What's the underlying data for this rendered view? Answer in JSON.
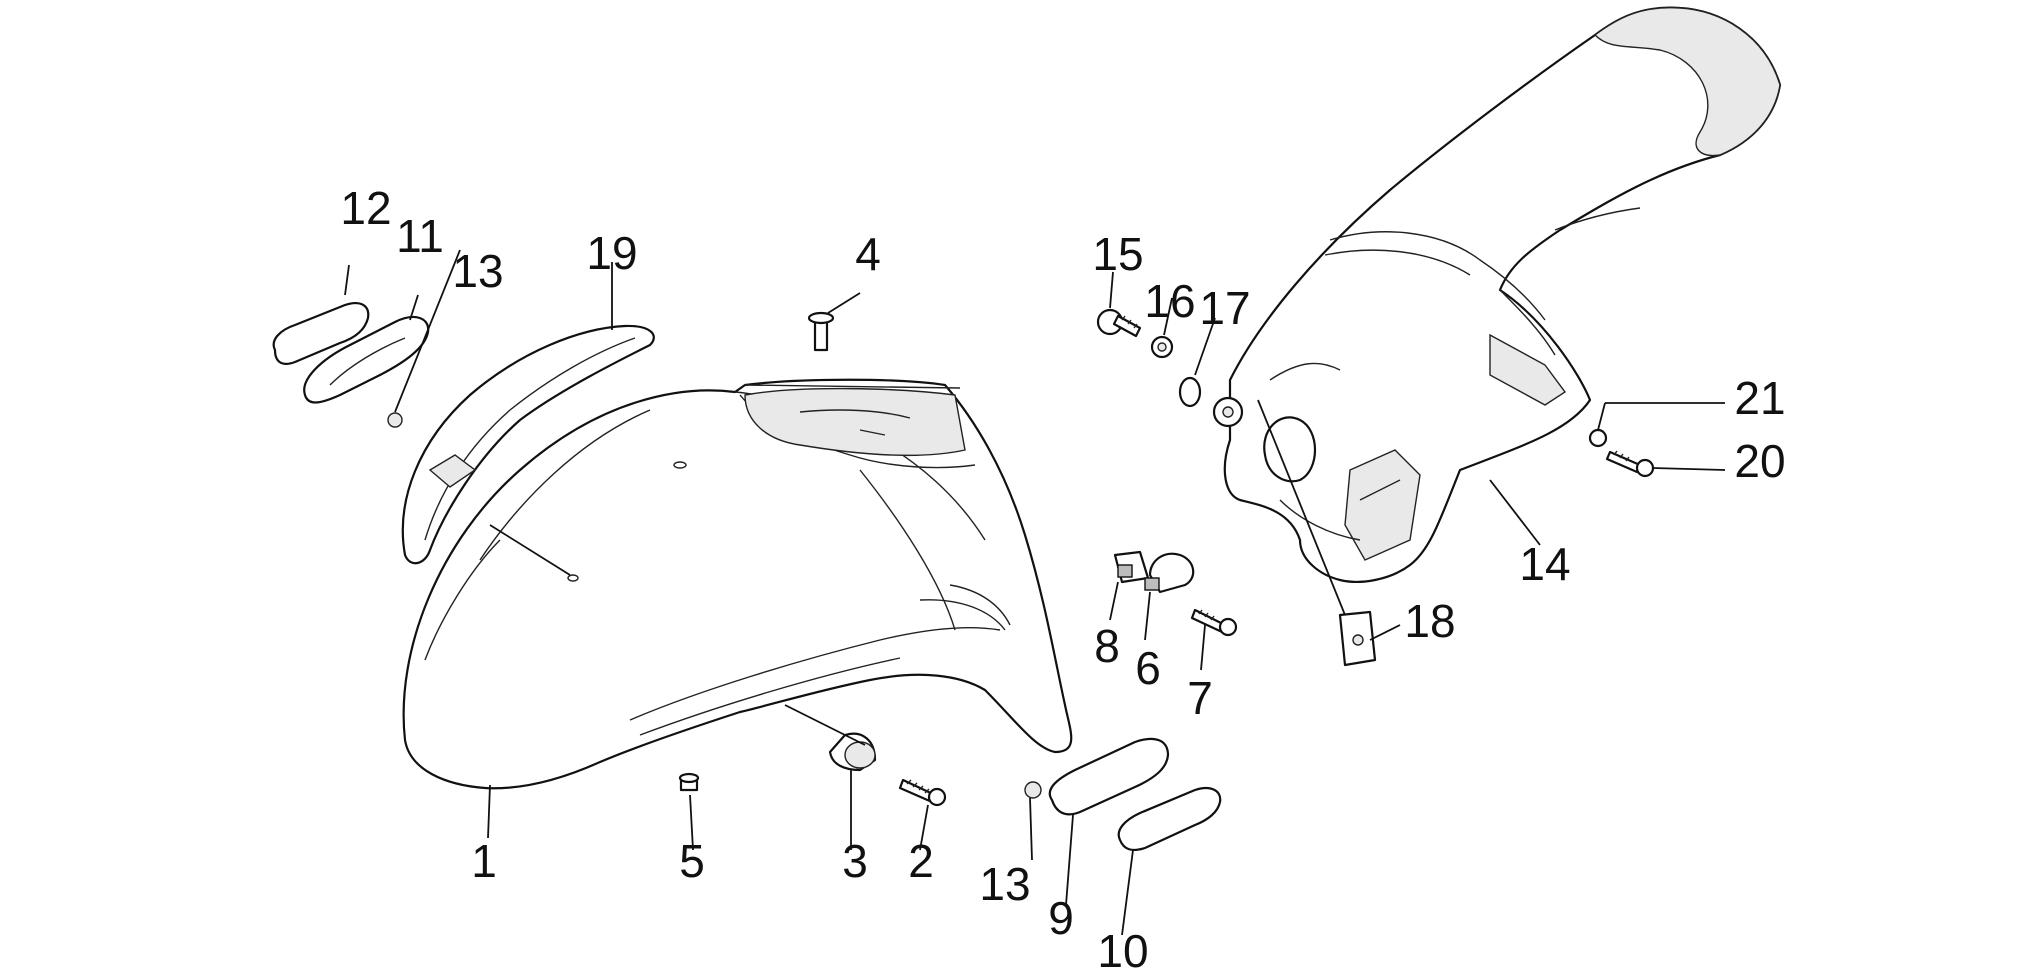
{
  "callouts": [
    {
      "id": "1",
      "label": "1"
    },
    {
      "id": "2",
      "label": "2"
    },
    {
      "id": "3",
      "label": "3"
    },
    {
      "id": "4",
      "label": "4"
    },
    {
      "id": "5",
      "label": "5"
    },
    {
      "id": "6",
      "label": "6"
    },
    {
      "id": "7",
      "label": "7"
    },
    {
      "id": "8",
      "label": "8"
    },
    {
      "id": "9",
      "label": "9"
    },
    {
      "id": "10",
      "label": "10"
    },
    {
      "id": "11",
      "label": "11"
    },
    {
      "id": "12",
      "label": "12"
    },
    {
      "id": "13a",
      "label": "13"
    },
    {
      "id": "13b",
      "label": "13"
    },
    {
      "id": "14",
      "label": "14"
    },
    {
      "id": "15",
      "label": "15"
    },
    {
      "id": "16",
      "label": "16"
    },
    {
      "id": "17",
      "label": "17"
    },
    {
      "id": "18",
      "label": "18"
    },
    {
      "id": "19",
      "label": "19"
    },
    {
      "id": "20",
      "label": "20"
    },
    {
      "id": "21",
      "label": "21"
    }
  ]
}
